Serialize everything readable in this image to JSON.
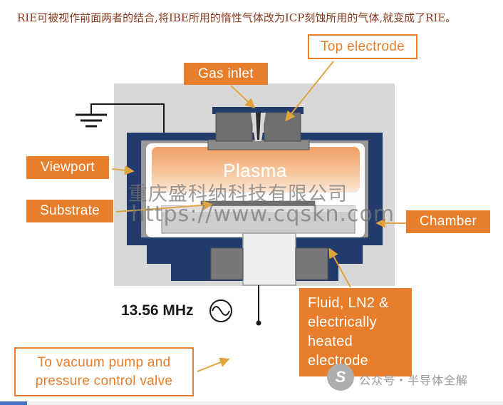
{
  "caption": {
    "text": "RIE可被视作前面两者的结合,将IBE所用的惰性气体改为ICP刻蚀所用的气体,就变成了RIE。"
  },
  "diagram": {
    "plasma_label": "Plasma",
    "frequency_label": "13.56 MHz",
    "labels": {
      "top_electrode": "Top electrode",
      "gas_inlet": "Gas inlet",
      "viewport": "Viewport",
      "substrate": "Substrate",
      "chamber": "Chamber",
      "fluid_electrode": "Fluid, LN2 & electrically heated electrode",
      "vacuum_pump": "To vacuum pump and pressure control valve"
    },
    "colors": {
      "accent_orange": "#E87D2B",
      "arrow_yellow": "#E0A33E",
      "chamber_navy": "#233B6C",
      "plasma_orange": "#F1A366",
      "panel_gray": "#D8D8D8"
    }
  },
  "watermark": {
    "company": "重庆盛科纳科技有限公司",
    "url": "https://www.cqskn.com"
  },
  "footer": {
    "logo_glyph": "S",
    "account": "公众号・半导体全解"
  }
}
